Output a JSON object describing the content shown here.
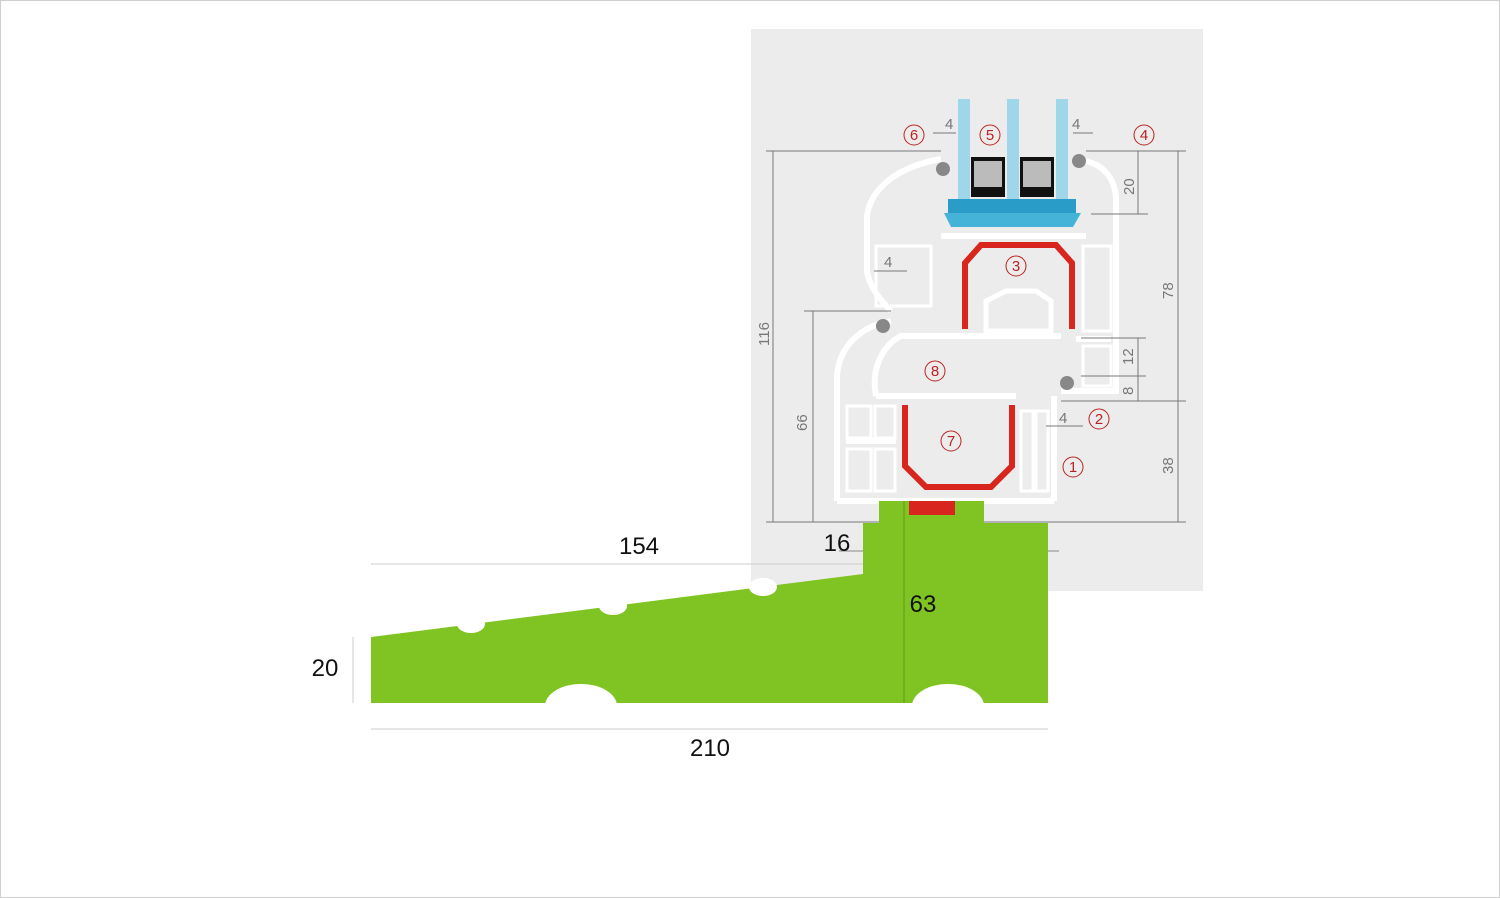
{
  "colors": {
    "panel": "#ececec",
    "sill": "#80c423",
    "reinforcement": "#d8261e",
    "glass": "#9fd6ea",
    "bead": "#2a9cc8",
    "profile": "#ffffff"
  },
  "sill_dimensions": {
    "top_length": "154",
    "total_length": "210",
    "height": "20",
    "step": "16",
    "depth": "63"
  },
  "profile_dimensions": {
    "total_height": "116",
    "frame_height": "66",
    "sash_height": "78",
    "bead_height": "20",
    "lower_height": "38",
    "gap_12": "12",
    "gap_8": "8",
    "gasket_left": "4",
    "gasket_right": "4",
    "gasket_mid": "4",
    "gasket_lower": "4"
  },
  "callouts": [
    "1",
    "2",
    "3",
    "4",
    "5",
    "6",
    "7",
    "8"
  ]
}
